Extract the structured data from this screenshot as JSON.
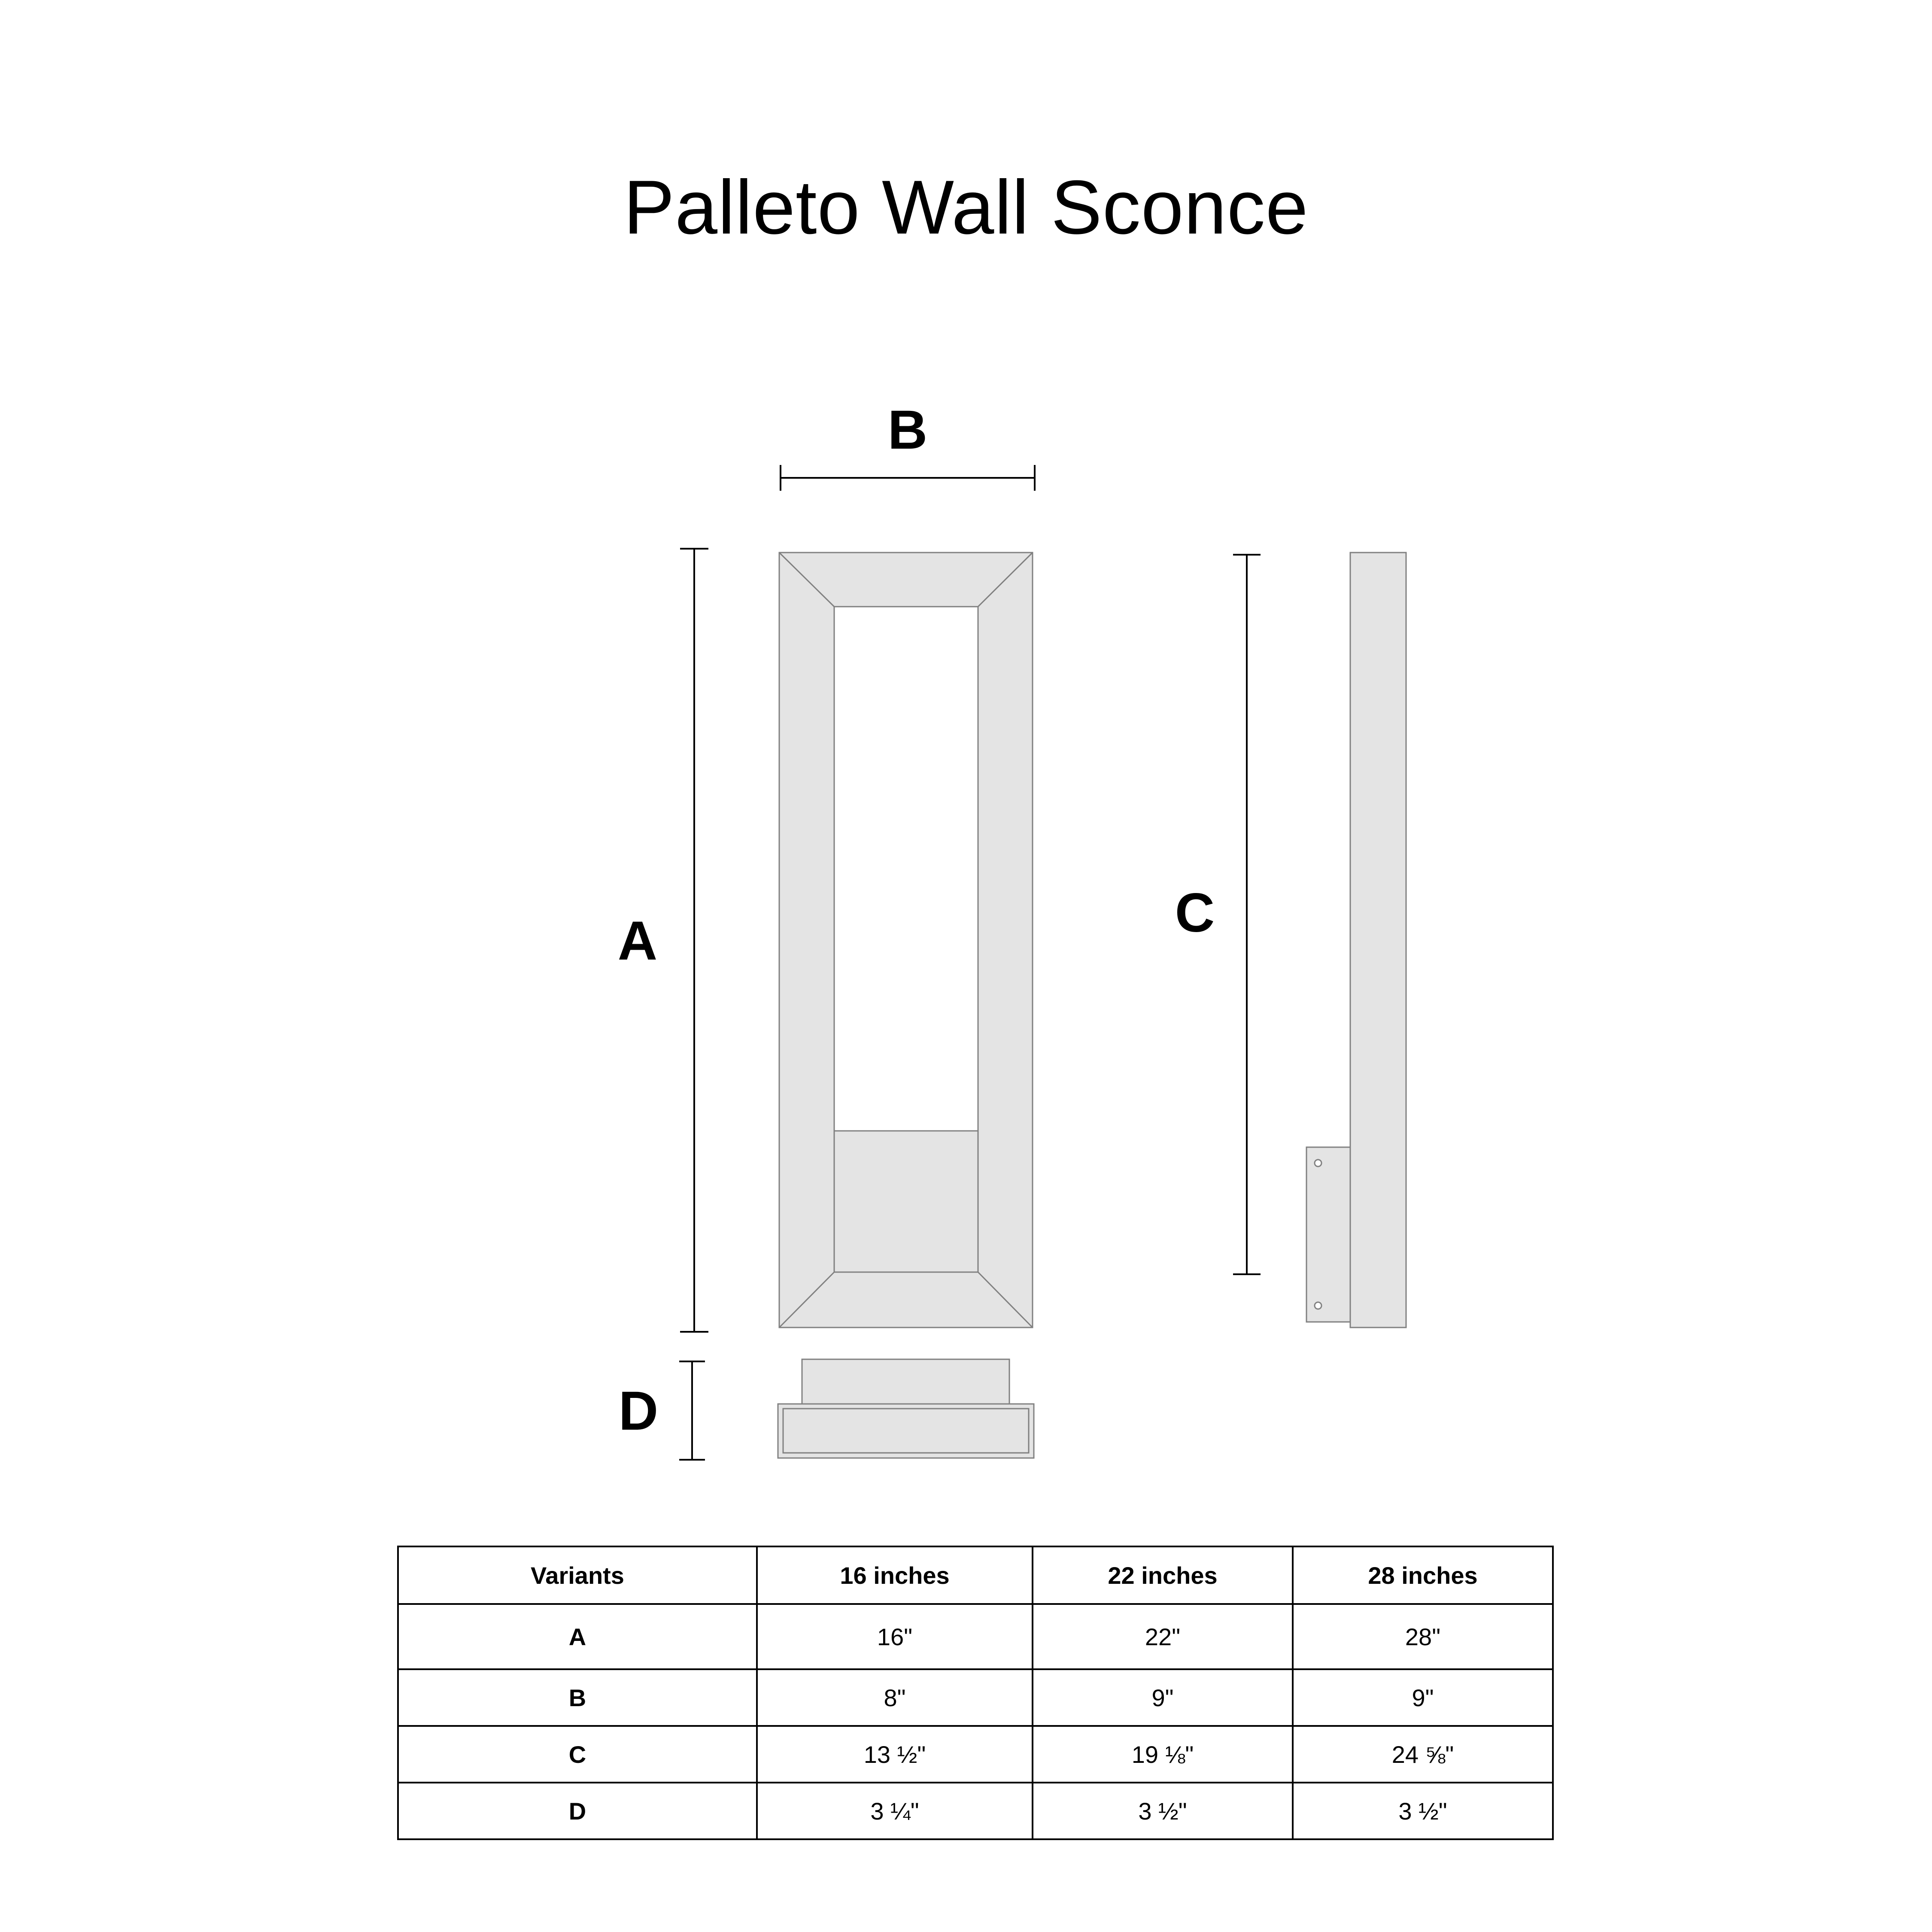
{
  "title": "Palleto Wall Sconce",
  "dimension_labels": {
    "a": "A",
    "b": "B",
    "c": "C",
    "d": "D"
  },
  "table": {
    "headers": [
      "Variants",
      "16 inches",
      "22 inches",
      "28 inches"
    ],
    "rows": [
      {
        "label": "A",
        "values": [
          "16\"",
          "22\"",
          "28\""
        ]
      },
      {
        "label": "B",
        "values": [
          "8\"",
          "9\"",
          "9\""
        ]
      },
      {
        "label": "C",
        "values": [
          "13 ½\"",
          "19 ⅛\"",
          "24 ⅝\""
        ]
      },
      {
        "label": "D",
        "values": [
          "3 ¼\"",
          "3 ½\"",
          "3 ½\""
        ]
      }
    ]
  },
  "colors": {
    "fill": "#e4e4e4",
    "stroke": "#808080",
    "line": "#000000"
  }
}
